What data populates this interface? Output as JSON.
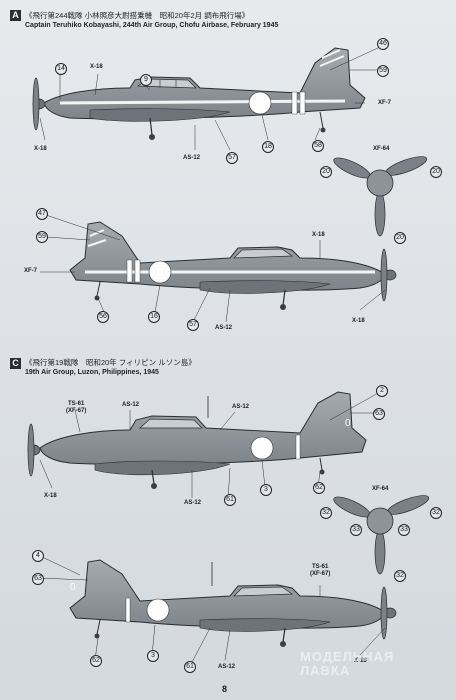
{
  "page_number": "8",
  "watermark": {
    "line1": "МОДЕЛЬНАЯ",
    "line2": "ЛАВКА"
  },
  "colors": {
    "aircraft_gray": "#8e9398",
    "hinomaru": "#ffffff",
    "outline": "#2a2d30"
  },
  "sections": [
    {
      "letter": "A",
      "caption_jp": "《飛行第244戦隊 小林照彦大尉搭乗機　昭和20年2月 調布飛行場》",
      "caption_en": "Captain Teruhiko Kobayashi, 244th Air Group, Chofu Airbase, February 1945"
    },
    {
      "letter": "C",
      "caption_jp": "《飛行第19戦隊　昭和20年 フィリピン ルソン島》",
      "caption_en": "19th Air Group, Luzon, Philippines, 1945"
    }
  ],
  "labels": {
    "x18": "X-18",
    "xf7": "XF-7",
    "xf64": "XF-64",
    "as12": "AS-12",
    "ts61": "TS-61",
    "xf67": "(XF-67)"
  },
  "numbers": {
    "n2": "2",
    "n3": "3",
    "n4": "4",
    "n9": "9",
    "n14": "14",
    "n16": "16",
    "n18": "18",
    "n20": "20",
    "n32": "32",
    "n33": "33",
    "n46": "46",
    "n47": "47",
    "n56": "56",
    "n57": "57",
    "n58": "58",
    "n59": "59",
    "n61": "61",
    "n62": "62",
    "n63": "63"
  },
  "tail_code_c": "0"
}
